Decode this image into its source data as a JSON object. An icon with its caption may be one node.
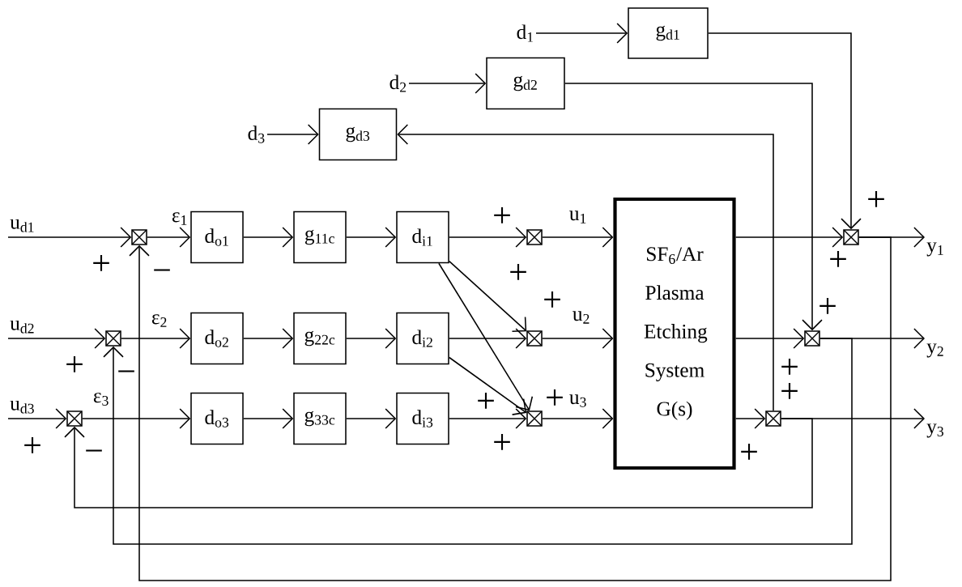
{
  "diagram": {
    "nodes": [
      {
        "text": [
          "d$_{1}$"
        ]
      },
      {
        "text": [
          "g$_{d1}$"
        ]
      },
      {
        "text": [
          "d$_{2}$"
        ]
      },
      {
        "text": [
          "g$_{d2}$"
        ]
      },
      {
        "text": [
          "d$_{3}$"
        ]
      },
      {
        "text": [
          "g$_{d3}$"
        ]
      },
      {
        "text": [
          "u$_{d1}$"
        ]
      },
      {
        "text": [],
        "shape": "box"
      },
      {
        "text": [
          "d$_{o1}$"
        ]
      },
      {
        "text": [
          "g$_{11c}$"
        ]
      },
      {
        "text": [
          "d$_{i1}$"
        ]
      },
      {
        "text": [],
        "shape": "box"
      },
      {
        "text": [
          "SF$_{6}$/Ar Plasma Etching System G(s)"
        ]
      },
      {
        "text": [],
        "shape": "box"
      },
      {
        "text": [
          "y$_{1}$"
        ]
      },
      {
        "text": [
          "u$_{d2}$"
        ]
      },
      {
        "text": [],
        "shape": "box"
      },
      {
        "text": [
          "d$_{o2}$"
        ]
      },
      {
        "text": [
          "g$_{22c}$"
        ]
      },
      {
        "text": [
          "d$_{i2}$"
        ]
      },
      {
        "text": [],
        "shape": "box"
      },
      {
        "text": [],
        "shape": "box"
      },
      {
        "text": [
          "y$_{2}$"
        ]
      },
      {
        "text": [
          "u$_{d3}$"
        ]
      },
      {
        "text": [],
        "shape": "box"
      },
      {
        "text": [
          "d$_{o3}$"
        ]
      },
      {
        "text": [
          "g$_{33c}$"
        ]
      },
      {
        "text": [
          "d$_{i3}$"
        ]
      },
      {
        "text": [],
        "shape": "box"
      },
      {
        "text": [],
        "shape": "box"
      },
      {
        "text": [
          "y$_{3}$"
        ]
      }
    ],
    "edges": [
      {
        "from": 0,
        "to": 1,
        "arrow": "to"
      },
      {
        "from": 2,
        "to": 3,
        "arrow": "to"
      },
      {
        "from": 4,
        "to": 5,
        "arrow": "to"
      },
      {
        "from": 1,
        "to": 13,
        "arrow": "to"
      },
      {
        "from": 3,
        "to": 21,
        "arrow": "to"
      },
      {
        "from": 29,
        "to": 5,
        "arrow": "to"
      },
      {
        "from": 6,
        "to": 7,
        "arrow": "to"
      },
      {
        "from": 7,
        "to": 8,
        "label": "ε$_{1}$",
        "arrow": "to"
      },
      {
        "from": 8,
        "to": 9,
        "arrow": "to"
      },
      {
        "from": 9,
        "to": 10,
        "arrow": "to"
      },
      {
        "from": 10,
        "to": 11,
        "arrow": "to"
      },
      {
        "from": 11,
        "to": 12,
        "label": "u$_{1}$",
        "arrow": "to"
      },
      {
        "from": 12,
        "to": 13,
        "arrow": "to"
      },
      {
        "from": 13,
        "to": 14,
        "arrow": "to"
      },
      {
        "from": 10,
        "to": 20,
        "arrow": "to"
      },
      {
        "from": 10,
        "to": 28,
        "arrow": "to"
      },
      {
        "from": 15,
        "to": 16,
        "arrow": "to"
      },
      {
        "from": 16,
        "to": 17,
        "label": "ε$_{2}$",
        "arrow": "to"
      },
      {
        "from": 17,
        "to": 18,
        "arrow": "to"
      },
      {
        "from": 18,
        "to": 19,
        "arrow": "to"
      },
      {
        "from": 19,
        "to": 20,
        "arrow": "to"
      },
      {
        "from": 19,
        "to": 28,
        "arrow": "to"
      },
      {
        "from": 20,
        "to": 12,
        "label": "u$_{2}$",
        "arrow": "to"
      },
      {
        "from": 12,
        "to": 21,
        "arrow": "to"
      },
      {
        "from": 21,
        "to": 22,
        "arrow": "to"
      },
      {
        "from": 23,
        "to": 24,
        "arrow": "to"
      },
      {
        "from": 24,
        "to": 25,
        "label": "ε$_{3}$",
        "arrow": "to"
      },
      {
        "from": 25,
        "to": 26,
        "arrow": "to"
      },
      {
        "from": 26,
        "to": 27,
        "arrow": "to"
      },
      {
        "from": 27,
        "to": 28,
        "arrow": "to"
      },
      {
        "from": 28,
        "to": 12,
        "label": "u$_{3}$",
        "arrow": "to"
      },
      {
        "from": 12,
        "to": 29,
        "arrow": "to"
      },
      {
        "from": 29,
        "to": 30,
        "arrow": "to"
      },
      {
        "from": 13,
        "to": 7,
        "arrow": "to"
      },
      {
        "from": 21,
        "to": 16,
        "arrow": "to"
      },
      {
        "from": 29,
        "to": 24,
        "arrow": "to"
      }
    ],
    "labels": [
      "+",
      "+",
      "+",
      "+",
      "−",
      "+",
      "+",
      "+",
      "+",
      "+",
      "−",
      "+",
      "+",
      "+",
      "+",
      "+",
      "+",
      "−"
    ]
  }
}
